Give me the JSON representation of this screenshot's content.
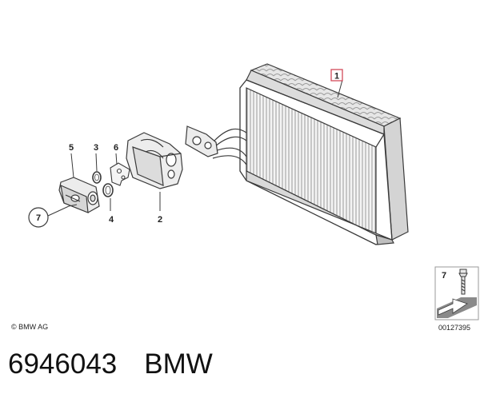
{
  "labels": {
    "p1": "1",
    "p2": "2",
    "p3": "3",
    "p4": "4",
    "p5": "5",
    "p6": "6",
    "p7": "7"
  },
  "legend": {
    "item_number": "7"
  },
  "copyright": "© BMW AG",
  "doc_number": "00127395",
  "footer": {
    "part_number": "6946043",
    "brand": "BMW"
  },
  "colors": {
    "line": "#3a3a3a",
    "callout_box": "#d24a5a",
    "evaporator_shade": "#c8c8c8"
  }
}
